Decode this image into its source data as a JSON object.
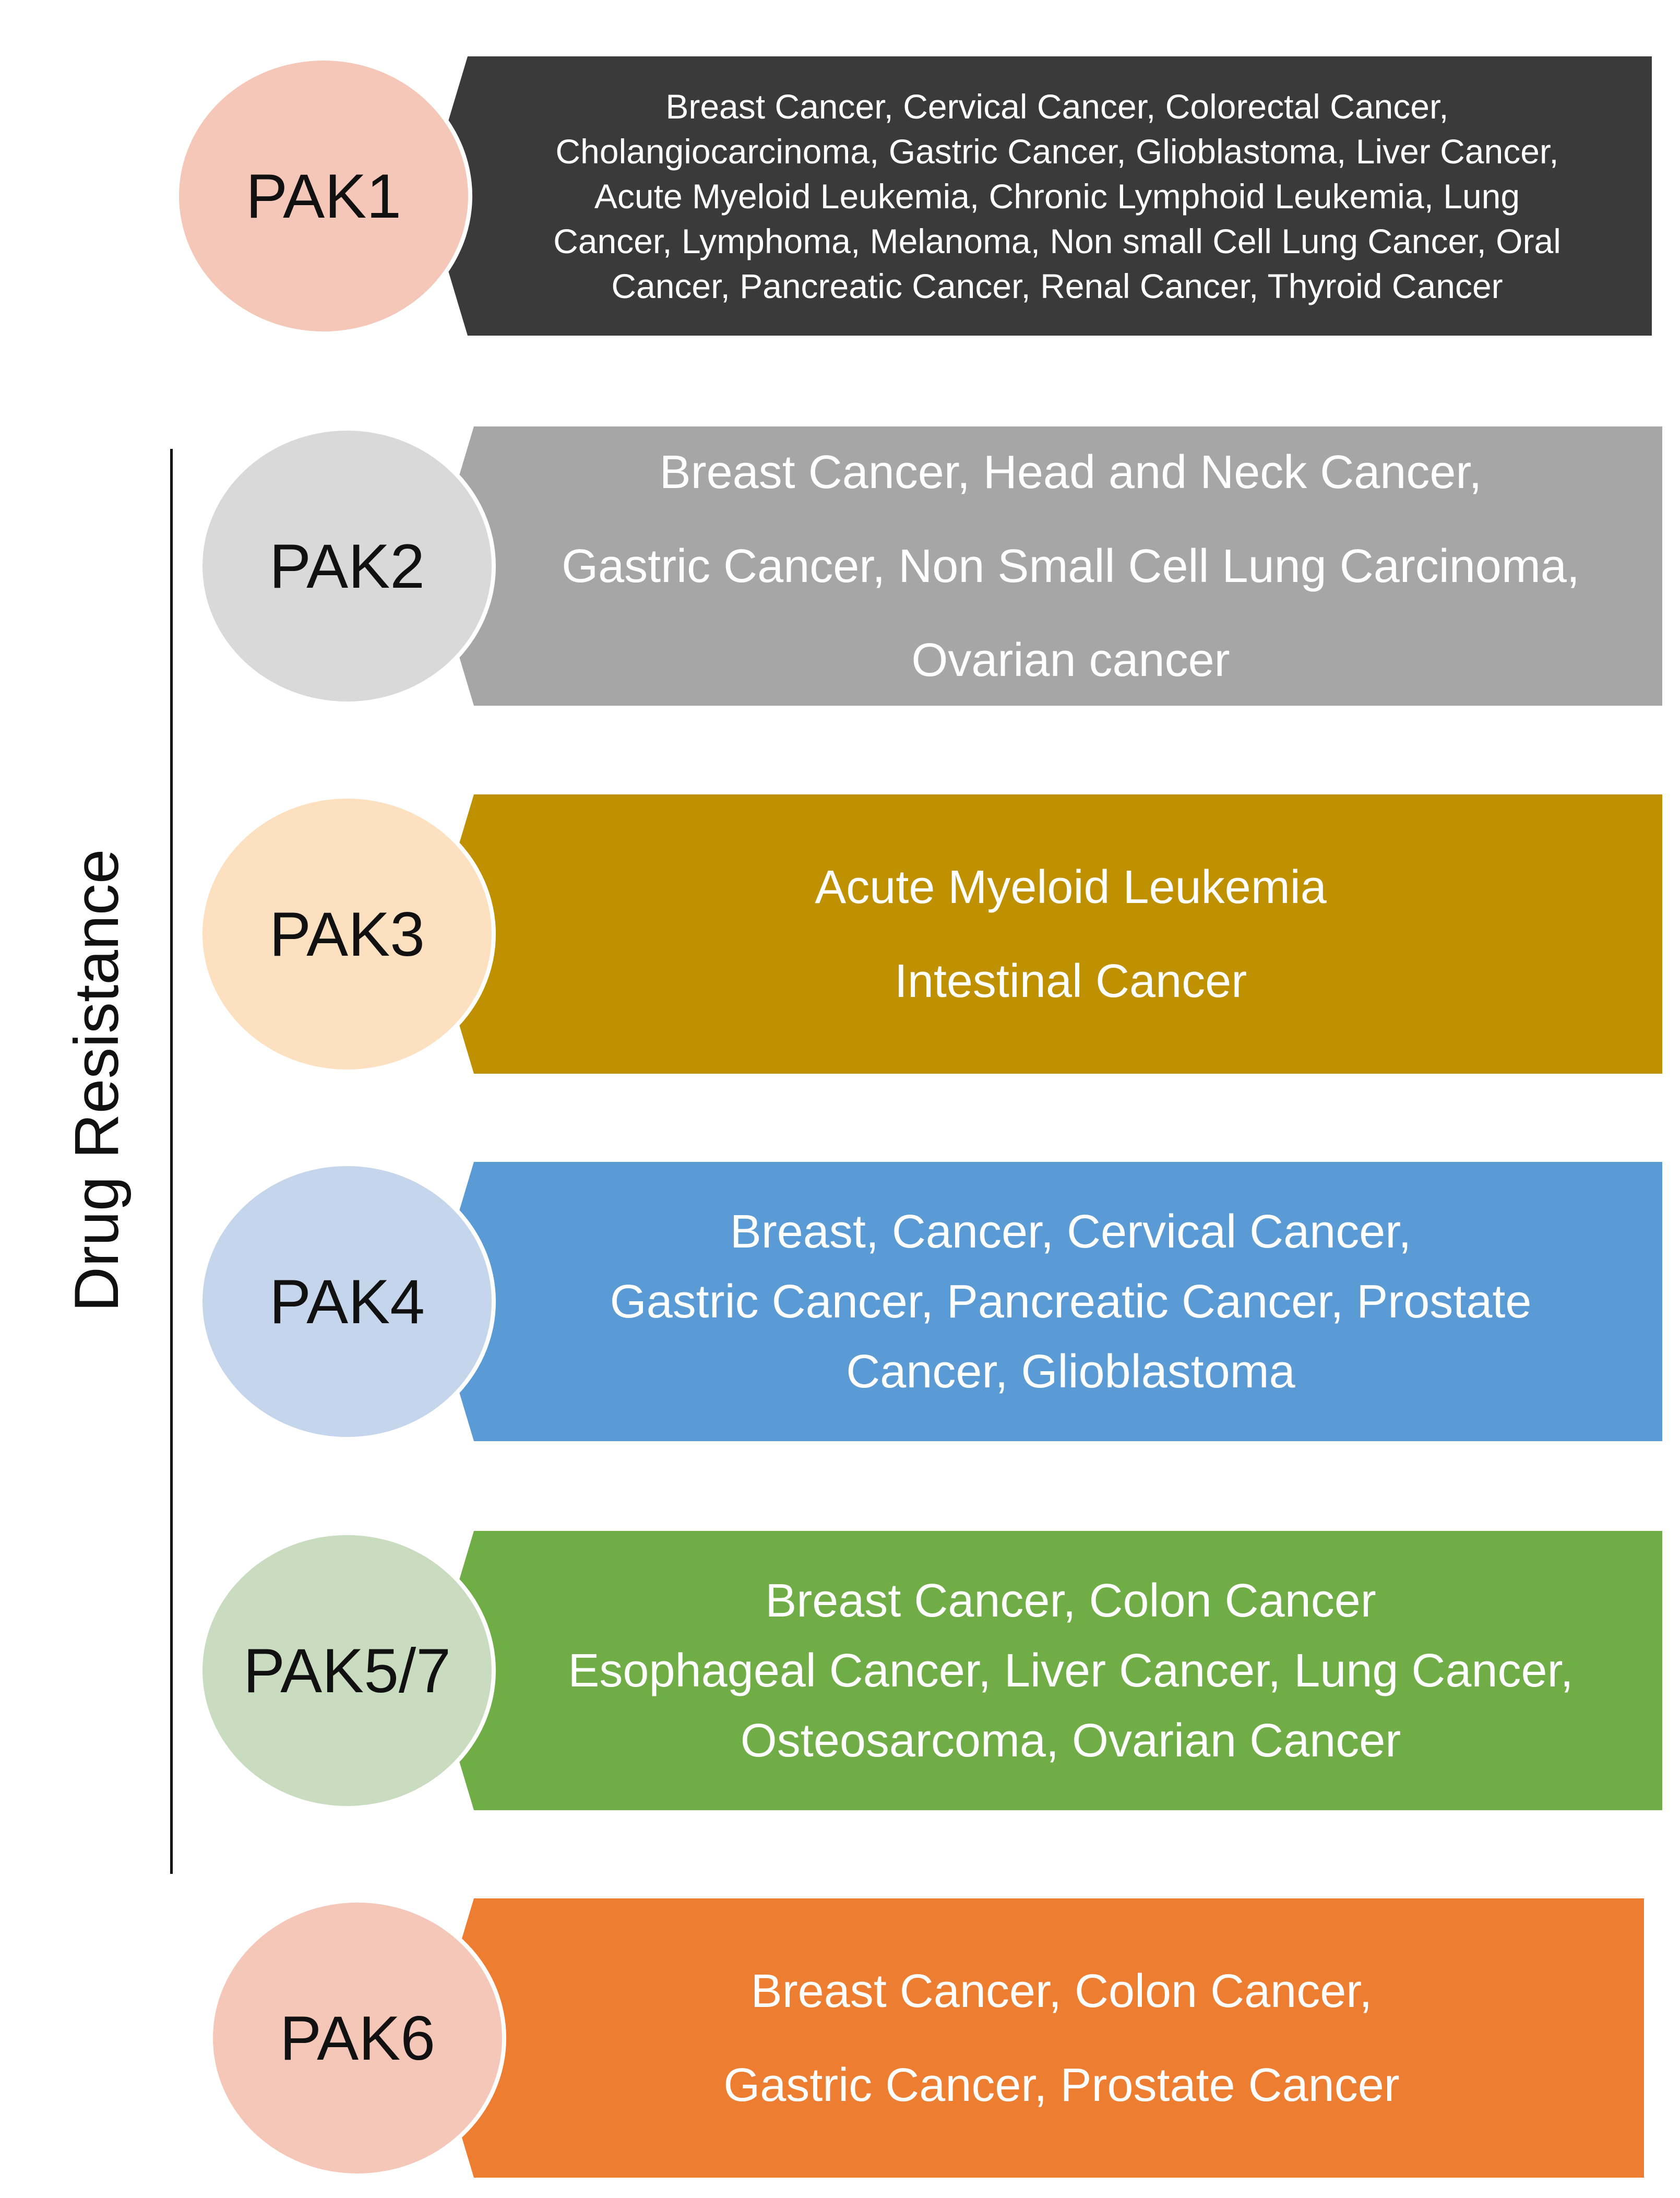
{
  "bracket": {
    "label": "Drug Resistance"
  },
  "rows": [
    {
      "key": "pak1",
      "kinase": "PAK1",
      "cancers": "Breast Cancer, Cervical Cancer, Colorectal Cancer,\nCholangiocarcinoma, Gastric Cancer, Glioblastoma, Liver Cancer,\nAcute Myeloid Leukemia, Chronic Lymphoid Leukemia, Lung\nCancer, Lymphoma, Melanoma, Non small Cell Lung Cancer, Oral\nCancer, Pancreatic Cancer, Renal Cancer, Thyroid Cancer",
      "band_color": "#3a3a3a",
      "circle_color": "#f4c7b8"
    },
    {
      "key": "pak2",
      "kinase": "PAK2",
      "cancers": "Breast Cancer, Head and Neck Cancer,\nGastric Cancer,  Non Small Cell Lung Carcinoma,\nOvarian cancer",
      "band_color": "#a6a6a6",
      "circle_color": "#d9d9d9"
    },
    {
      "key": "pak3",
      "kinase": "PAK3",
      "cancers": "Acute Myeloid Leukemia\nIntestinal Cancer",
      "band_color": "#bf9000",
      "circle_color": "#fde0bf"
    },
    {
      "key": "pak4",
      "kinase": "PAK4",
      "cancers": "Breast, Cancer, Cervical Cancer,\nGastric Cancer, Pancreatic Cancer, Prostate\nCancer, Glioblastoma",
      "band_color": "#5b9bd5",
      "circle_color": "#c5d6ec"
    },
    {
      "key": "pak57",
      "kinase": "PAK5/7",
      "cancers": "Breast Cancer, Colon Cancer\nEsophageal Cancer, Liver Cancer, Lung Cancer,\nOsteosarcoma, Ovarian Cancer",
      "band_color": "#70ad47",
      "circle_color": "#c9dcc0"
    },
    {
      "key": "pak6",
      "kinase": "PAK6",
      "cancers": "Breast Cancer, Colon Cancer,\nGastric Cancer, Prostate Cancer",
      "band_color": "#ed7d31",
      "circle_color": "#f4c7b8"
    }
  ]
}
